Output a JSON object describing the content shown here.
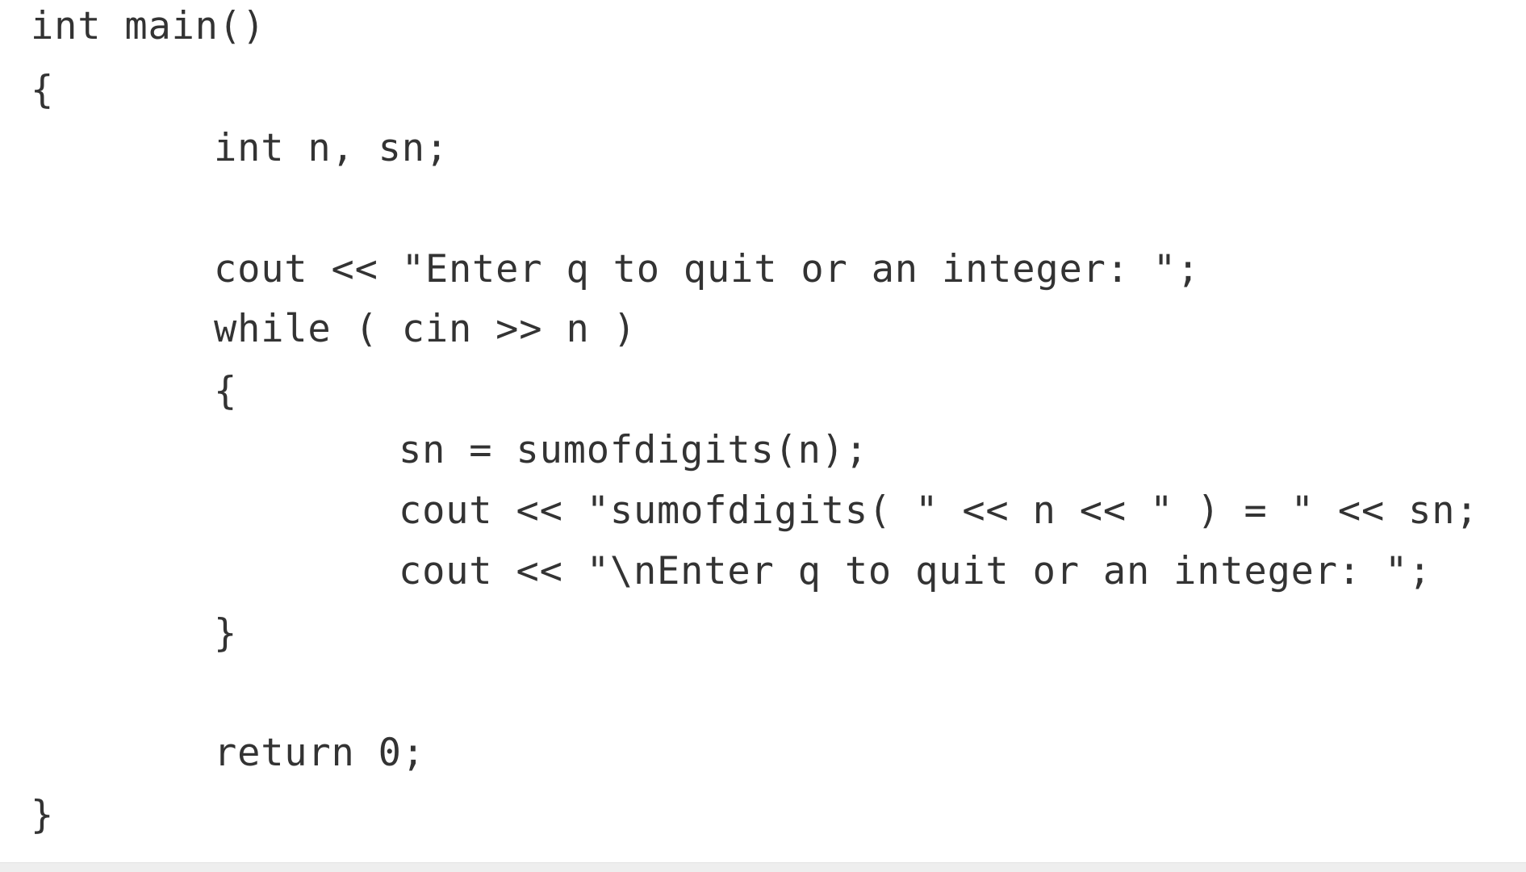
{
  "code": {
    "lines": [
      "int main()",
      "{",
      "int n, sn;",
      "",
      "cout << \"Enter q to quit or an integer: \";",
      "while ( cin >> n )",
      "{",
      "sn = sumofdigits(n);",
      "cout << \"sumofdigits( \" << n << \" ) = \" << sn;",
      "cout << \"\\nEnter q to quit or an integer: \";",
      "}",
      "",
      "return 0;",
      "}"
    ]
  },
  "colors": {
    "text": "#333333",
    "background": "#ffffff",
    "bottom_bar": "#eeeeee"
  }
}
